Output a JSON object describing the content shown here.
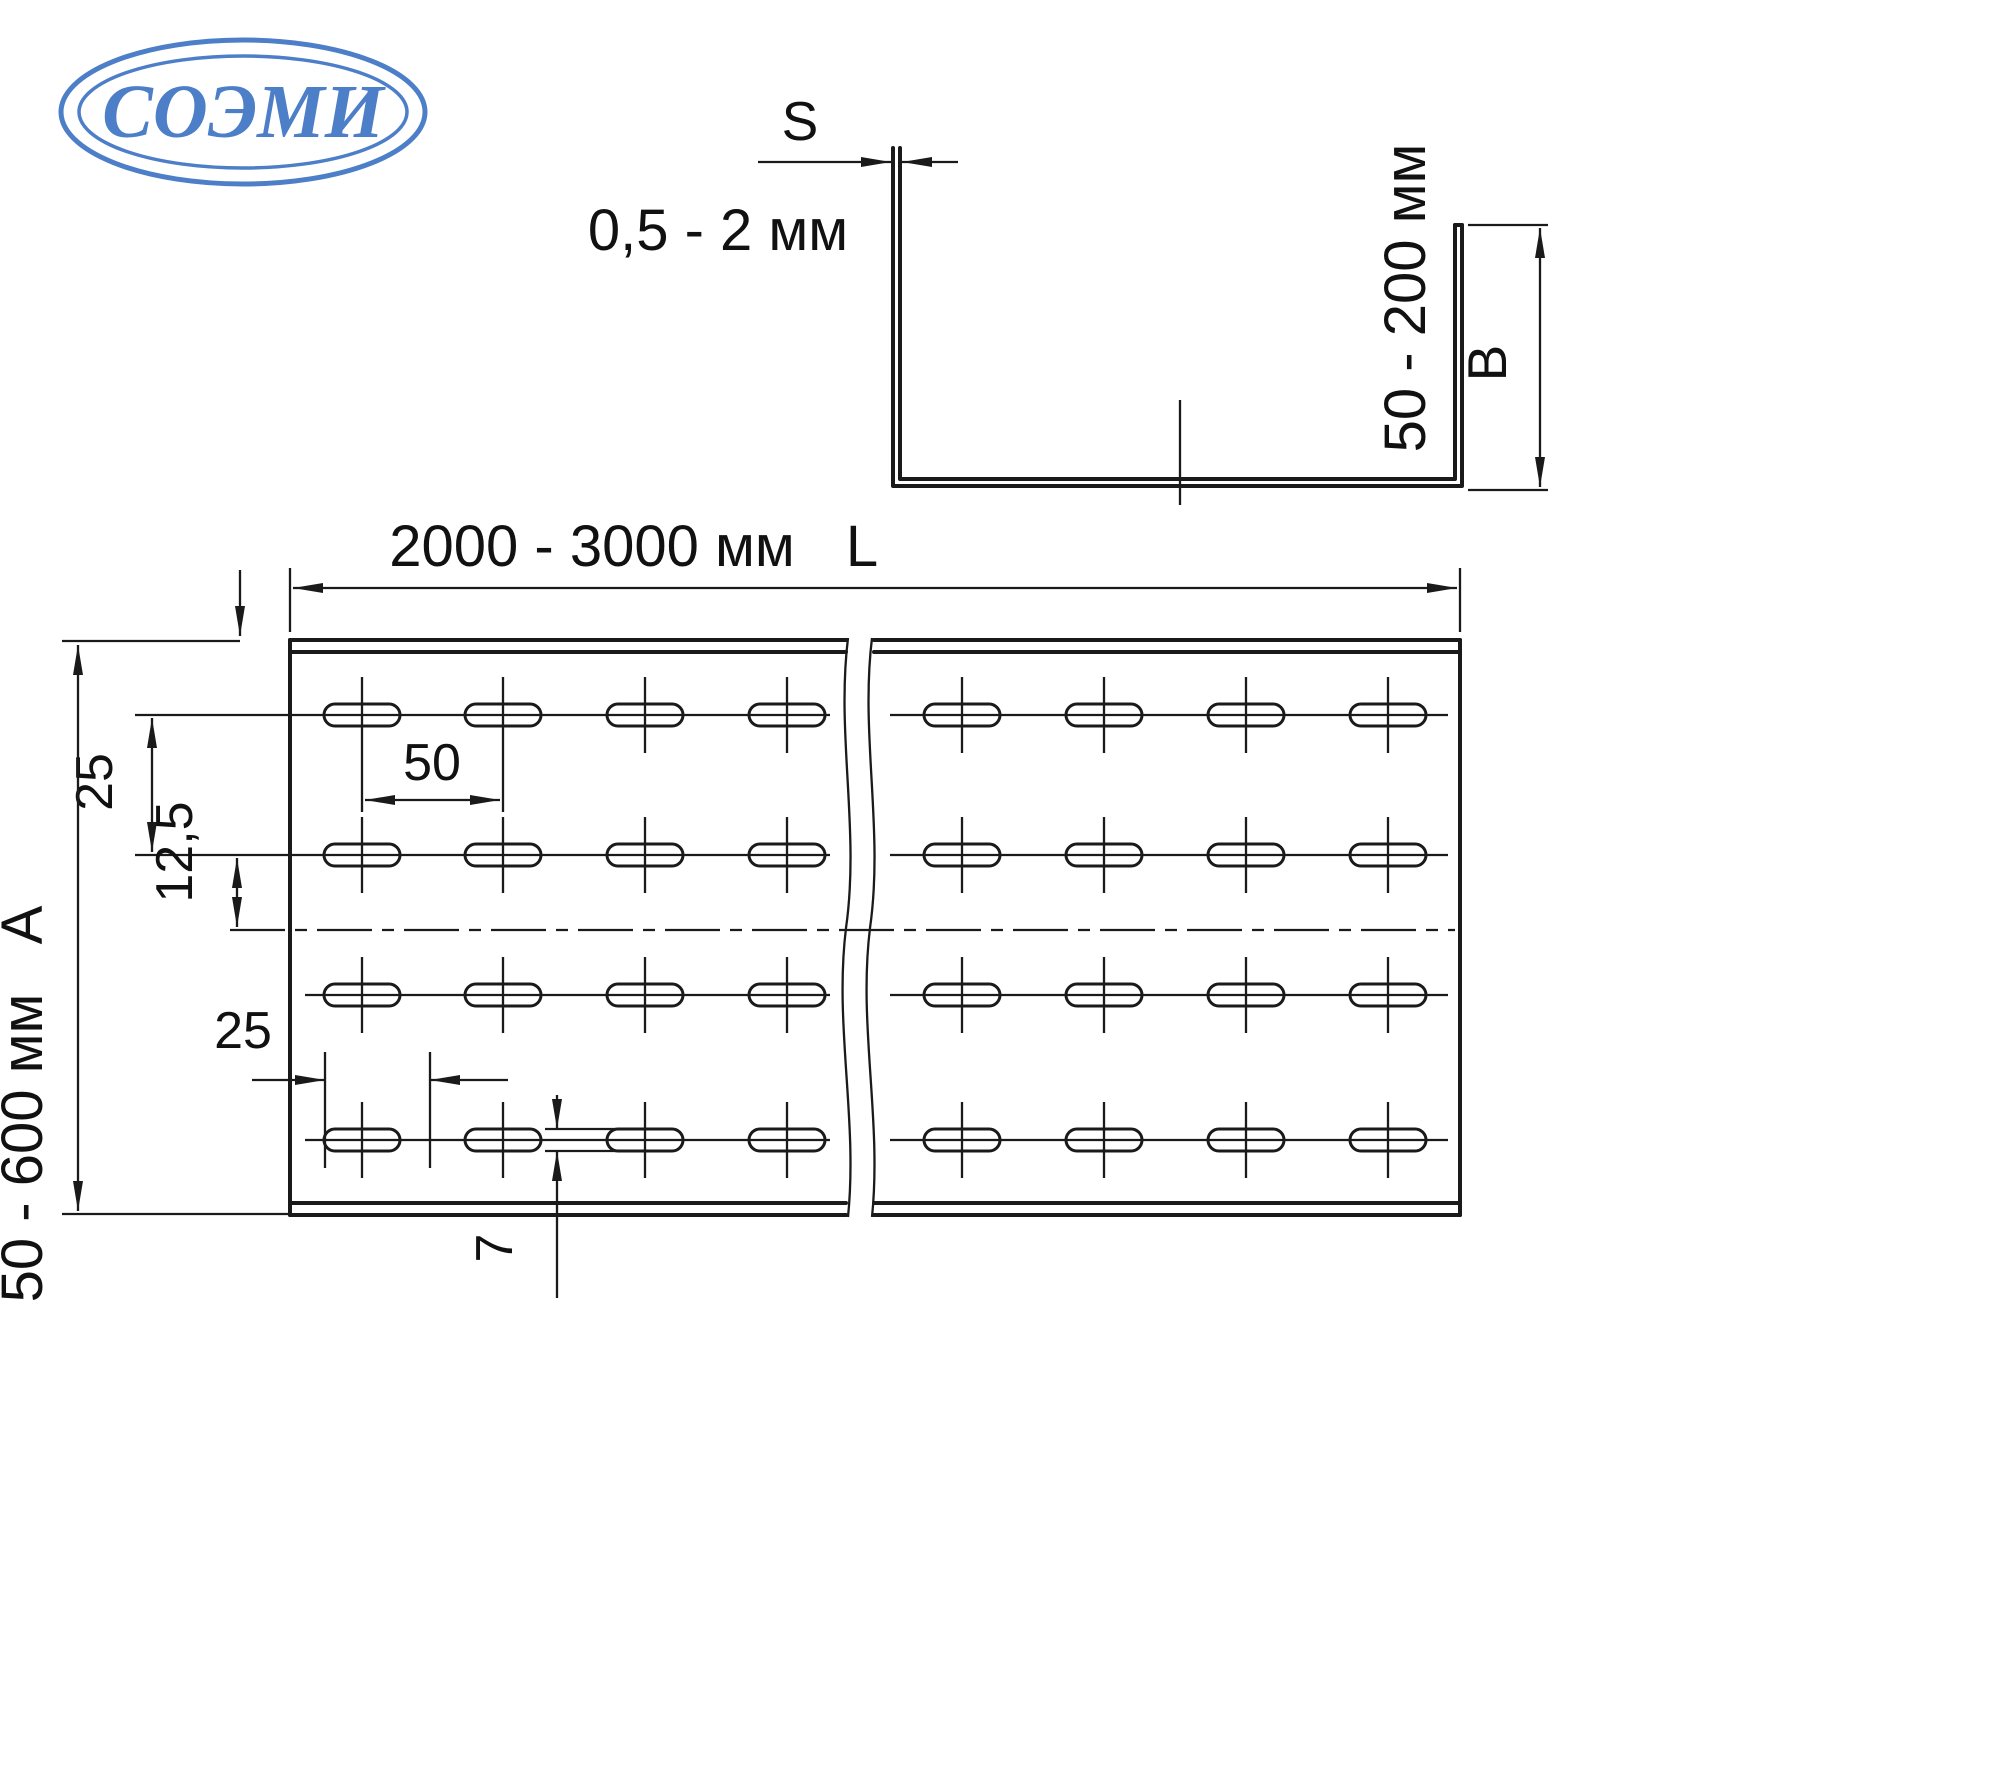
{
  "page": {
    "background": "#ffffff",
    "line_color": "#1a1a1a"
  },
  "logo": {
    "text": "СОЭМИ",
    "color": "#4d7ec8"
  },
  "cross_section": {
    "thickness_symbol": "S",
    "thickness_range": "0,5 - 2 мм",
    "height_range": "50 - 200 мм",
    "height_symbol": "B"
  },
  "plan": {
    "length_range": "2000 - 3000 мм",
    "length_symbol": "L",
    "width_symbol": "A",
    "width_range": "50 - 600 мм",
    "row_pitch": "25",
    "row_half_pitch": "12,5",
    "slot_pitch": "50",
    "slot_offset": "25",
    "slot_width": "7"
  }
}
